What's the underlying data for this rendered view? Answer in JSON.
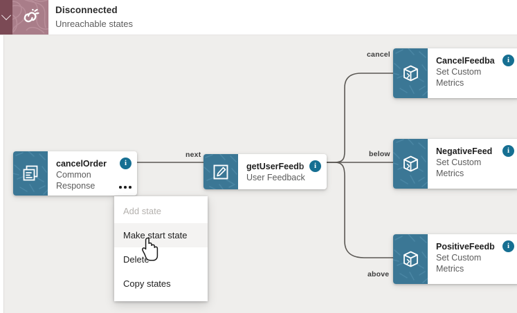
{
  "header": {
    "title": "Disconnected",
    "subtitle": "Unreachable states",
    "collapse_icon": "chevron-down-icon",
    "icon": "disconnected-link-icon",
    "strip_color": "#7b4a55",
    "icon_bg_color": "#a97d89"
  },
  "canvas": {
    "background_color": "#efeeec",
    "node_accent_color": "#3b7795",
    "info_badge_color": "#166f92",
    "edge_color": "#5a5753"
  },
  "nodes": [
    {
      "id": "cancelOrder",
      "title": "cancelOrder",
      "subtitle": "Common\nResponse",
      "icon": "common-response-icon",
      "badge": "i",
      "menu_glyph": "ellipsis-icon",
      "has_menu": true
    },
    {
      "id": "getUserFeedback",
      "title": "getUserFeedb",
      "subtitle": "User Feedback",
      "icon": "user-feedback-edit-icon",
      "badge": "i",
      "has_menu": false
    },
    {
      "id": "cancelFeedback",
      "title": "CancelFeedba",
      "subtitle": "Set Custom\nMetrics",
      "icon": "set-custom-metrics-cube-icon",
      "badge": "i",
      "has_menu": false
    },
    {
      "id": "negativeFeedback",
      "title": "NegativeFeed",
      "subtitle": "Set Custom\nMetrics",
      "icon": "set-custom-metrics-cube-icon",
      "badge": "i",
      "has_menu": false
    },
    {
      "id": "positiveFeedback",
      "title": "PositiveFeedb",
      "subtitle": "Set Custom\nMetrics",
      "icon": "set-custom-metrics-cube-icon",
      "badge": "i",
      "has_menu": false
    }
  ],
  "edges": [
    {
      "label": "next",
      "from": "cancelOrder",
      "to": "getUserFeedback"
    },
    {
      "label": "cancel",
      "from": "getUserFeedback",
      "to": "cancelFeedback"
    },
    {
      "label": "below",
      "from": "getUserFeedback",
      "to": "negativeFeedback"
    },
    {
      "label": "above",
      "from": "getUserFeedback",
      "to": "positiveFeedback"
    }
  ],
  "context_menu": {
    "items": [
      {
        "label": "Add state",
        "state": "disabled"
      },
      {
        "label": "Make start state",
        "state": "hover"
      },
      {
        "label": "Delete",
        "state": "normal"
      },
      {
        "label": "Copy states",
        "state": "normal"
      }
    ]
  },
  "cursor": {
    "type": "pointing-hand-cursor"
  }
}
